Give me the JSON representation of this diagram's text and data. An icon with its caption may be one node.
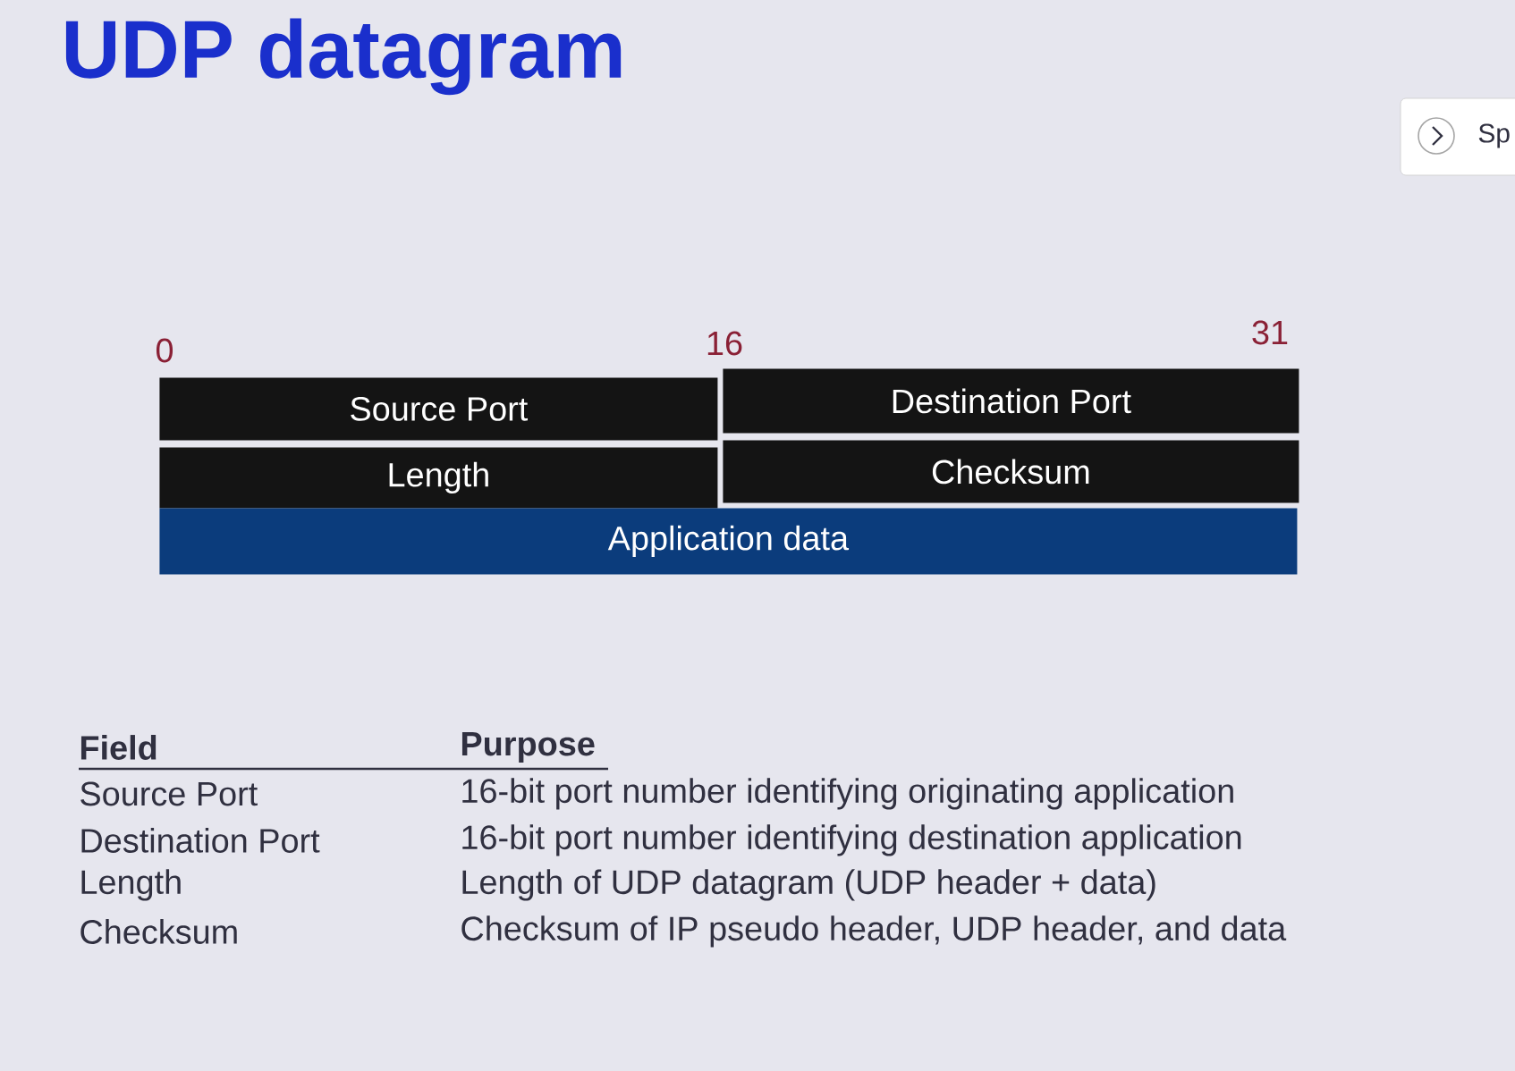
{
  "diagram": {
    "title": "UDP datagram",
    "nodes": [
      {
        "text": [
          "Source Port"
        ]
      },
      {
        "text": [
          "Destination Port"
        ]
      },
      {
        "text": [
          "Length"
        ]
      },
      {
        "text": [
          "Checksum"
        ]
      },
      {
        "text": [
          "Application  data"
        ]
      }
    ],
    "labels": [
      "0",
      "16",
      "31",
      "Sp",
      "Field",
      "Purpose",
      "Source Port",
      "16-bit port number identifying originating application",
      "Destination Port",
      "16-bit port number identifying destination application",
      "Length",
      "Length of UDP datagram (UDP header + data)",
      "Checksum",
      "Checksum of IP pseudo header, UDP header, and data"
    ]
  }
}
